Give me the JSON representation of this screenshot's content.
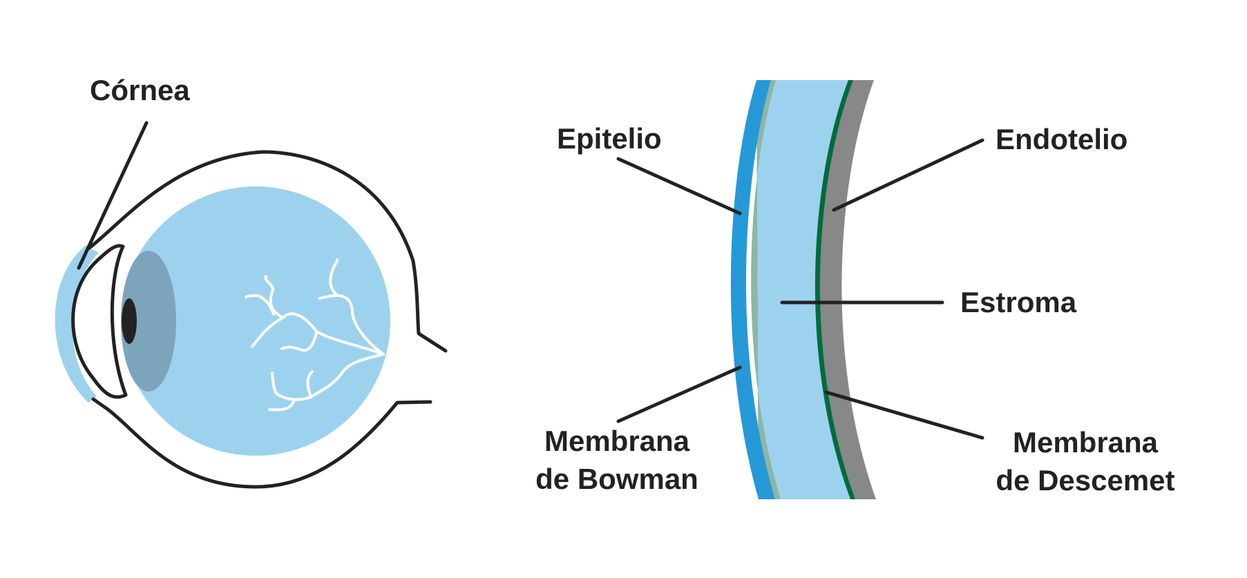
{
  "labels": {
    "cornea": "Córnea",
    "epitelio": "Epitelio",
    "endotelio": "Endotelio",
    "estroma": "Estroma",
    "bowman_line1": "Membrana",
    "bowman_line2": "de Bowman",
    "descemet_line1": "Membrana",
    "descemet_line2": "de Descemet"
  },
  "colors": {
    "outline": "#222222",
    "cornea_light_blue": "#9dd2ee",
    "eyeball_fill": "#9dd2ee",
    "iris": "#7ca5bc",
    "pupil": "#222222",
    "vessels": "#ffffff",
    "epithelium": "#2599d8",
    "bowman": "#8fb5a4",
    "stroma": "#9dd2ee",
    "descemet": "#006b3c",
    "endothelium": "#888888"
  }
}
